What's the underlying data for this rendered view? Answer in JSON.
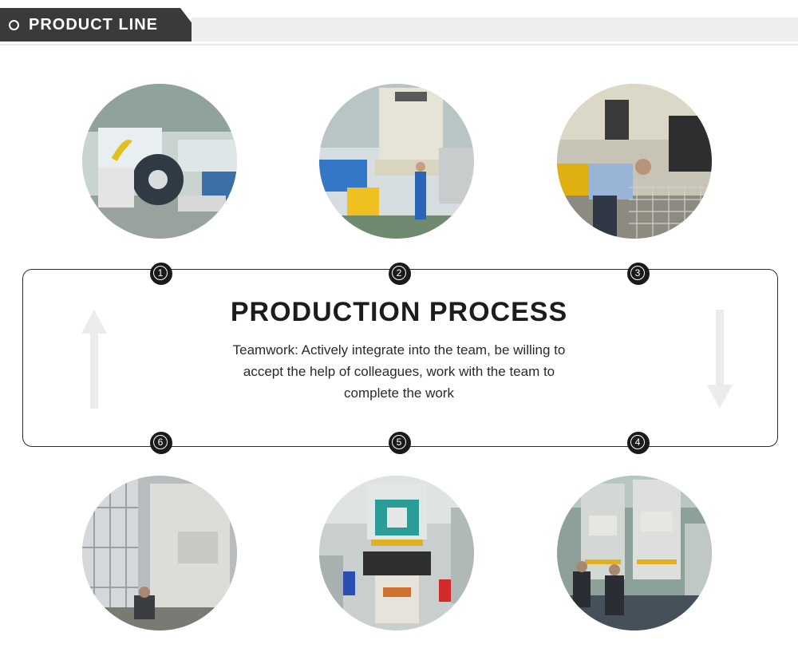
{
  "header": {
    "title": "PRODUCT LINE"
  },
  "process": {
    "title": "PRODUCTION PROCESS",
    "description": "Teamwork: Actively integrate into the team, be willing to accept the help of colleagues, work with the team to complete the work"
  },
  "steps": [
    {
      "number": "1"
    },
    {
      "number": "2"
    },
    {
      "number": "3"
    },
    {
      "number": "4"
    },
    {
      "number": "5"
    },
    {
      "number": "6"
    }
  ],
  "colors": {
    "dark": "#3a3a3a",
    "accent_black": "#1a1a1a",
    "light_bar": "#eeeeee"
  }
}
